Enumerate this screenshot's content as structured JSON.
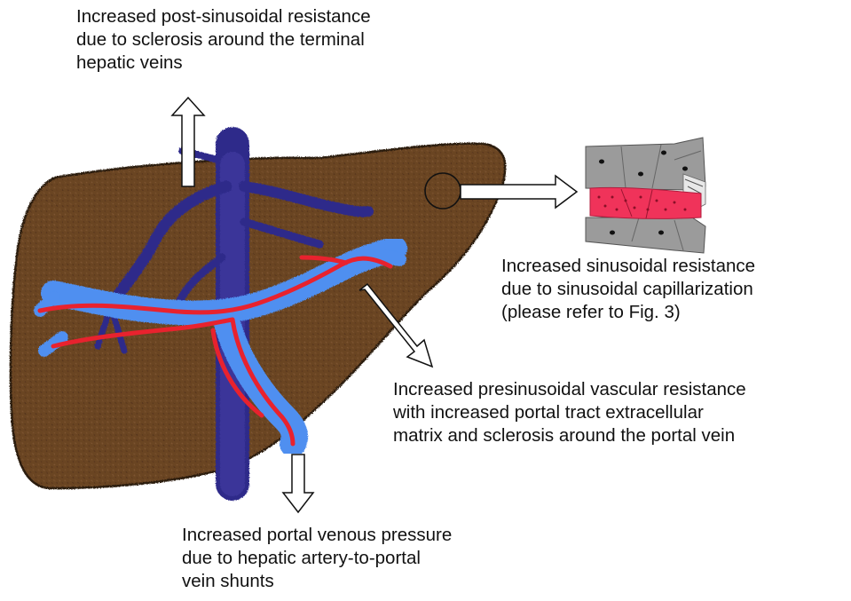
{
  "annotations": {
    "post_sinusoidal": "Increased post-sinusoidal resistance\ndue to sclerosis around the terminal\nhepatic veins",
    "sinusoidal": "Increased sinusoidal resistance\ndue to sinusoidal capillarization\n(please refer to Fig. 3)",
    "presinusoidal": "Increased presinusoidal vascular resistance\nwith increased portal tract extracellular\nmatrix and sclerosis around the portal vein",
    "portal_pressure": "Increased portal venous pressure\ndue to hepatic artery-to-portal\nvein shunts"
  },
  "colors": {
    "liver": "#6b4423",
    "liver_dark": "#4a2d14",
    "hepatic_vein": "#2e2a8a",
    "portal_vein": "#4f8ff0",
    "hepatic_artery": "#e8222e",
    "sinusoid": "#f0335a",
    "hepatocyte": "#9b9b9b"
  }
}
